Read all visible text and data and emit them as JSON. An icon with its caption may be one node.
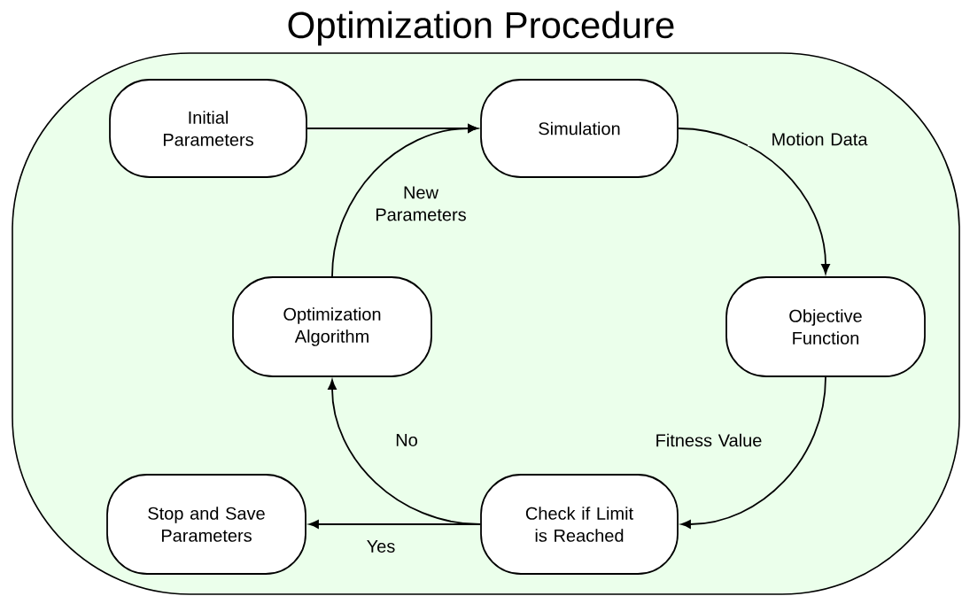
{
  "diagram": {
    "title": "Optimization Procedure",
    "nodes": [
      {
        "text": [],
        "shape": "box"
      },
      {
        "text": [
          "Initial Parameters"
        ],
        "in": 0
      },
      {
        "text": [
          "Simulation"
        ],
        "in": 0
      },
      {
        "text": [
          "Optimization Algorithm"
        ],
        "in": 0
      },
      {
        "text": [
          "Objective Function"
        ],
        "in": 0
      },
      {
        "text": [
          "Stop and Save Parameters"
        ],
        "in": 0
      },
      {
        "text": [
          "Check if Limit is Reached"
        ],
        "in": 0
      }
    ],
    "edges": [
      {
        "from": 1,
        "to": 2,
        "arrow": "to"
      },
      {
        "from": 2,
        "to": 4,
        "arrow": "to",
        "label": "Motion Data"
      },
      {
        "from": 4,
        "to": 6,
        "arrow": "to",
        "label": "Fitness Value"
      },
      {
        "from": 6,
        "to": 3,
        "arrow": "to",
        "label": "No"
      },
      {
        "from": 3,
        "to": 2,
        "arrow": "to",
        "label": "New Parameters"
      },
      {
        "from": 6,
        "to": 5,
        "arrow": "to",
        "label": "Yes"
      }
    ]
  }
}
